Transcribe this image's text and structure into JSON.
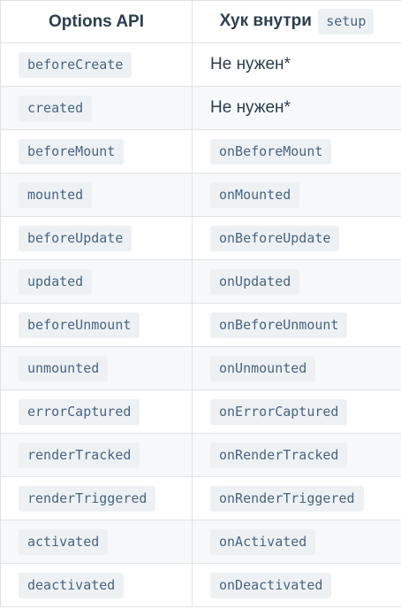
{
  "header": {
    "col1": "Options API",
    "col2_text": "Хук внутри",
    "col2_code": "setup"
  },
  "rows": [
    {
      "option": "beforeCreate",
      "hook": "Не нужен*",
      "hook_is_code": false
    },
    {
      "option": "created",
      "hook": "Не нужен*",
      "hook_is_code": false
    },
    {
      "option": "beforeMount",
      "hook": "onBeforeMount",
      "hook_is_code": true
    },
    {
      "option": "mounted",
      "hook": "onMounted",
      "hook_is_code": true
    },
    {
      "option": "beforeUpdate",
      "hook": "onBeforeUpdate",
      "hook_is_code": true
    },
    {
      "option": "updated",
      "hook": "onUpdated",
      "hook_is_code": true
    },
    {
      "option": "beforeUnmount",
      "hook": "onBeforeUnmount",
      "hook_is_code": true
    },
    {
      "option": "unmounted",
      "hook": "onUnmounted",
      "hook_is_code": true
    },
    {
      "option": "errorCaptured",
      "hook": "onErrorCaptured",
      "hook_is_code": true
    },
    {
      "option": "renderTracked",
      "hook": "onRenderTracked",
      "hook_is_code": true
    },
    {
      "option": "renderTriggered",
      "hook": "onRenderTriggered",
      "hook_is_code": true
    },
    {
      "option": "activated",
      "hook": "onActivated",
      "hook_is_code": true
    },
    {
      "option": "deactivated",
      "hook": "onDeactivated",
      "hook_is_code": true
    }
  ],
  "colors": {
    "text": "#2c3e50",
    "code_text": "#476582",
    "code_bg": "#eef1f4",
    "row_alt_bg": "#f6f8fa",
    "border": "#dfe2e5"
  }
}
